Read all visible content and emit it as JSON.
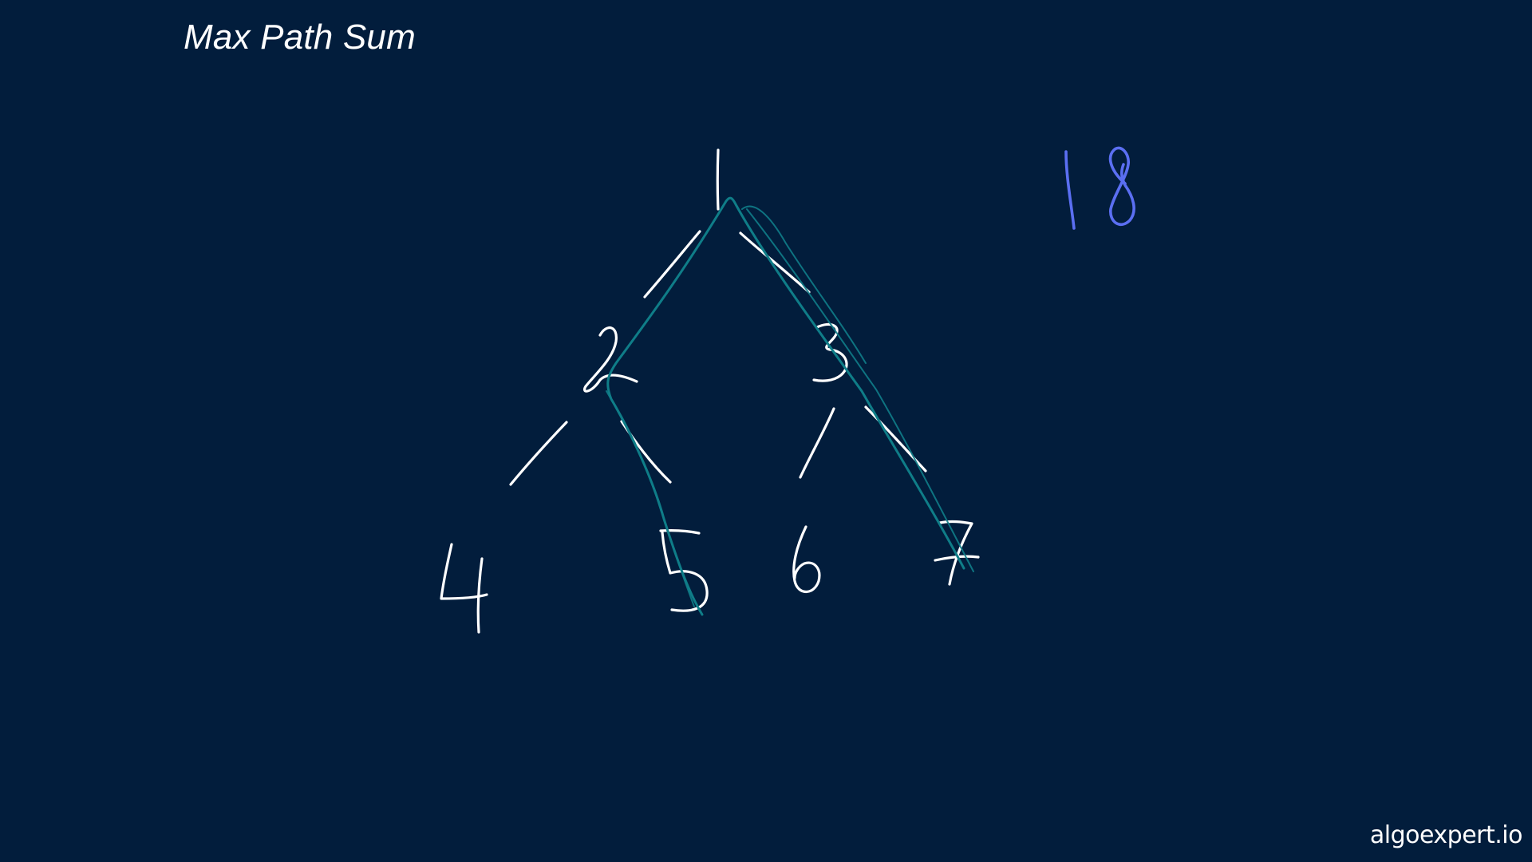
{
  "title": "Max Path Sum",
  "watermark": "algoexpert.io",
  "tree": {
    "root": "1",
    "level1": [
      "2",
      "3"
    ],
    "level2": [
      "4",
      "5",
      "6",
      "7"
    ]
  },
  "highlighted_path": [
    "5",
    "2",
    "1",
    "3",
    "7"
  ],
  "result": "18",
  "colors": {
    "background": "#021d3c",
    "chalk": "#ffffff",
    "path_highlight": "#0f7d88",
    "result": "#5b6ff2"
  }
}
